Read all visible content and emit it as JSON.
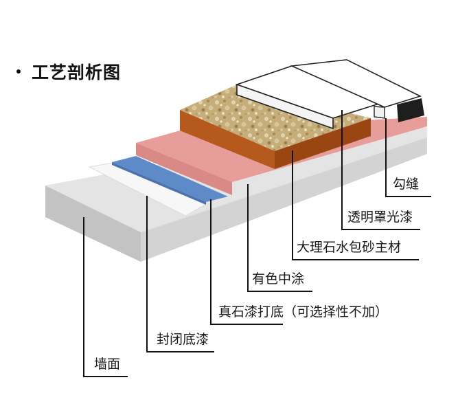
{
  "title": "工艺剖析图",
  "layers": [
    {
      "id": "wall",
      "label": "墙面"
    },
    {
      "id": "sealer",
      "label": "封闭底漆"
    },
    {
      "id": "stone-primer",
      "label": "真石漆打底（可选择性不加）"
    },
    {
      "id": "color-mid",
      "label": "有色中涂"
    },
    {
      "id": "marble-main",
      "label": "大理石水包砂主材"
    },
    {
      "id": "clear-coat",
      "label": "透明罩光漆"
    },
    {
      "id": "grout",
      "label": "勾缝"
    }
  ],
  "colors": {
    "wall_top": "#e4e4e4",
    "wall_front": "#bdbdbd",
    "sealer": "#f4f4f4",
    "primer": "#5b86c4",
    "color_mid": "#e79d9a",
    "marble_side": "#b5591d",
    "marble_top": "#c4ac7a",
    "clear_coat": "#ffffff",
    "grout": "#1e1e1e",
    "text": "#1a1a1a"
  }
}
